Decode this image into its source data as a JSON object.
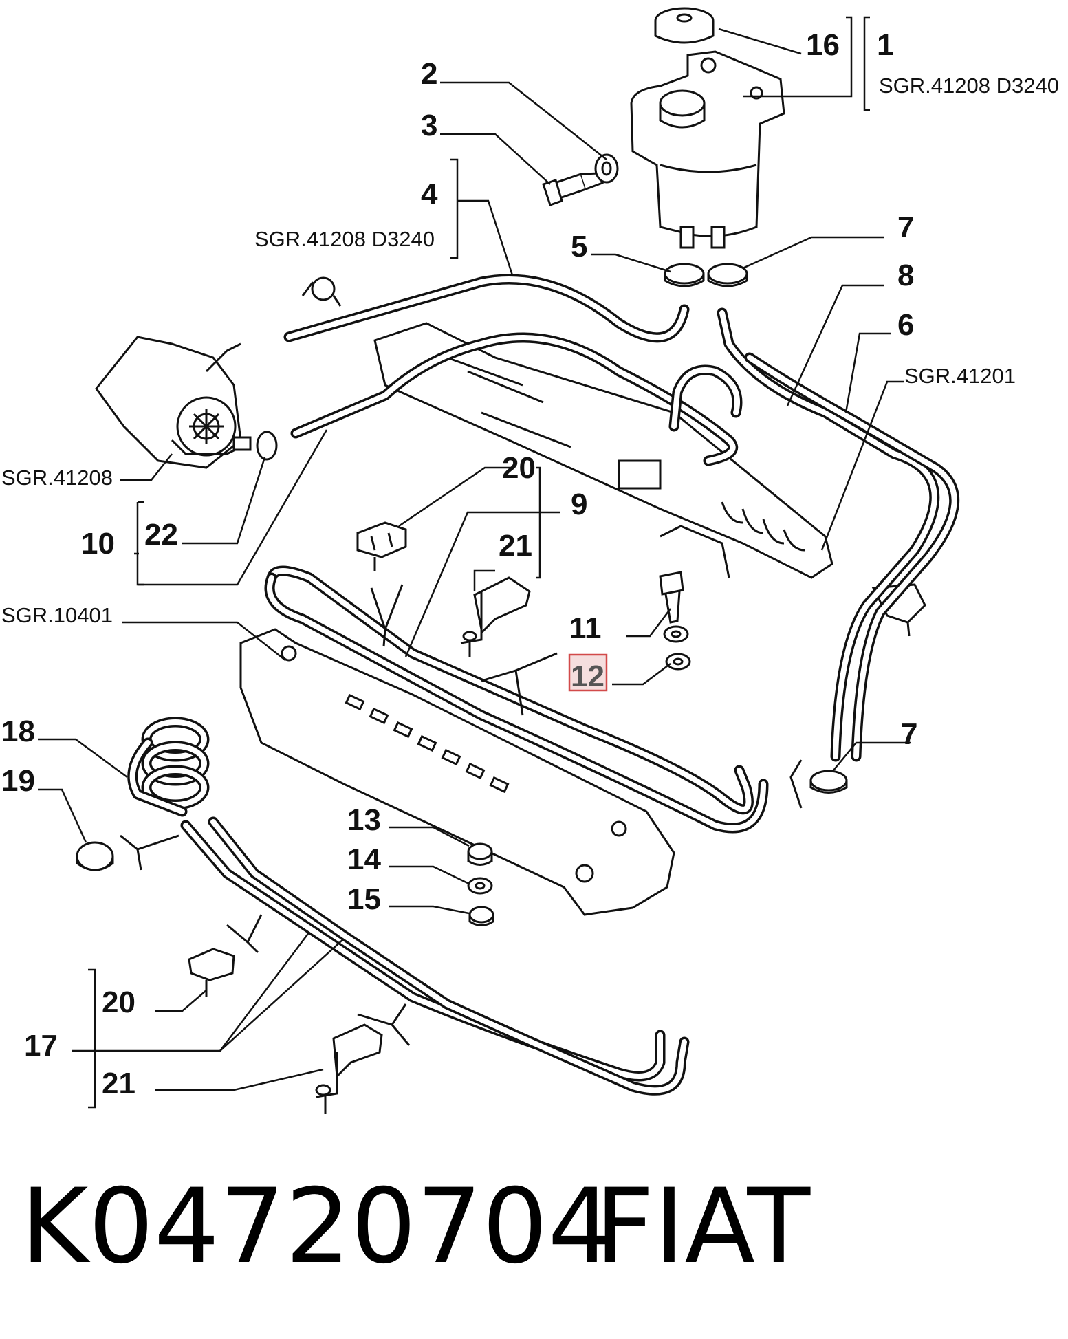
{
  "diagram": {
    "callouts": [
      {
        "id": "c16",
        "label": "16"
      },
      {
        "id": "c1",
        "label": "1"
      },
      {
        "id": "c2",
        "label": "2"
      },
      {
        "id": "c3",
        "label": "3"
      },
      {
        "id": "c4",
        "label": "4"
      },
      {
        "id": "c5",
        "label": "5"
      },
      {
        "id": "c7a",
        "label": "7"
      },
      {
        "id": "c8",
        "label": "8"
      },
      {
        "id": "c6",
        "label": "6"
      },
      {
        "id": "c20a",
        "label": "20"
      },
      {
        "id": "c9",
        "label": "9"
      },
      {
        "id": "c10",
        "label": "10"
      },
      {
        "id": "c22",
        "label": "22"
      },
      {
        "id": "c21a",
        "label": "21"
      },
      {
        "id": "c11",
        "label": "11"
      },
      {
        "id": "c12",
        "label": "12",
        "highlighted": true
      },
      {
        "id": "c18",
        "label": "18"
      },
      {
        "id": "c19",
        "label": "19"
      },
      {
        "id": "c7b",
        "label": "7"
      },
      {
        "id": "c13",
        "label": "13"
      },
      {
        "id": "c14",
        "label": "14"
      },
      {
        "id": "c15",
        "label": "15"
      },
      {
        "id": "c20b",
        "label": "20"
      },
      {
        "id": "c17",
        "label": "17"
      },
      {
        "id": "c21b",
        "label": "21"
      }
    ],
    "references": [
      {
        "id": "r1",
        "label": "SGR.41208 D3240"
      },
      {
        "id": "r2",
        "label": "SGR.41208 D3240"
      },
      {
        "id": "r3",
        "label": "SGR.41201"
      },
      {
        "id": "r4",
        "label": "SGR.41208"
      },
      {
        "id": "r5",
        "label": "SGR.10401"
      }
    ],
    "caption": {
      "part_number": "K04720704",
      "brand": "FIAT"
    },
    "colors": {
      "ink": "#111111",
      "highlight_fill": "#f5dede",
      "highlight_border": "#d24a4a"
    }
  }
}
